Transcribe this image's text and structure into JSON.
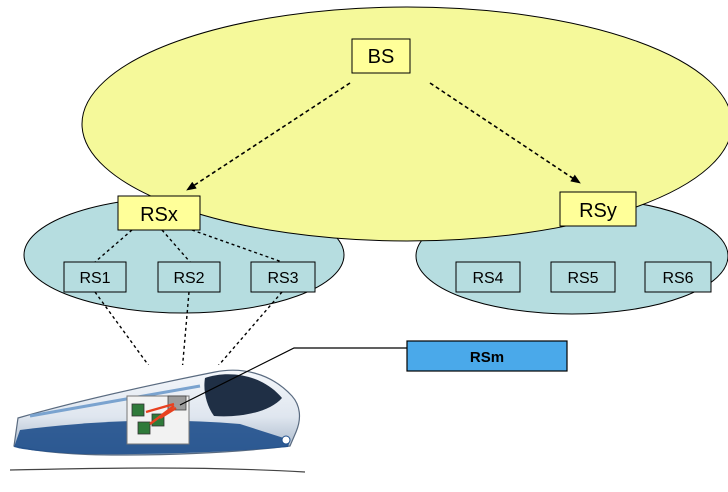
{
  "diagram": {
    "base_station": {
      "label": "BS"
    },
    "relay_stations": {
      "rsx": {
        "label": "RSx"
      },
      "rsy": {
        "label": "RSy"
      }
    },
    "cluster_x": [
      {
        "label": "RS1"
      },
      {
        "label": "RS2"
      },
      {
        "label": "RS3"
      }
    ],
    "cluster_y": [
      {
        "label": "RS4"
      },
      {
        "label": "RS5"
      },
      {
        "label": "RS6"
      }
    ],
    "mobile_relay": {
      "label": "RSm"
    },
    "colors": {
      "bs_cell": "#f5f99a",
      "rs_cell": "#b6dde0",
      "rsm_box": "#4aa9ea",
      "box_fill": "#ffff99",
      "train_accent": "#1f4f8c",
      "antenna_link": "#e8411f"
    }
  }
}
